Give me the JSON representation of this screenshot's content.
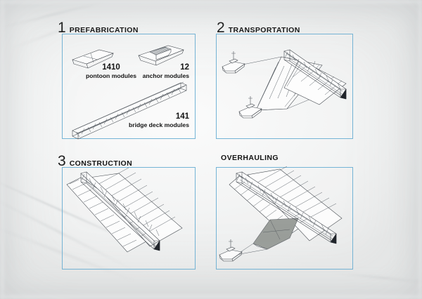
{
  "document": {
    "kind": "technical-instruction-sheet",
    "medium": "photographed white paper sheet",
    "background_color": "#f0f1f1",
    "panel_border_color": "#74b4d6",
    "line_color": "#4a4f55",
    "shaded_module_color": "#9a9e9a"
  },
  "panels": [
    {
      "number": "1",
      "title": "PREFABRICATION",
      "labels": [
        {
          "count": "1410",
          "name": "pontoon modules"
        },
        {
          "count": "12",
          "name": "anchor modules"
        },
        {
          "count": "141",
          "name": "bridge deck modules"
        }
      ]
    },
    {
      "number": "2",
      "title": "TRANSPORTATION",
      "labels": []
    },
    {
      "number": "3",
      "title": "CONSTRUCTION",
      "labels": []
    },
    {
      "number": "",
      "title": "OVERHAULING",
      "labels": []
    }
  ]
}
